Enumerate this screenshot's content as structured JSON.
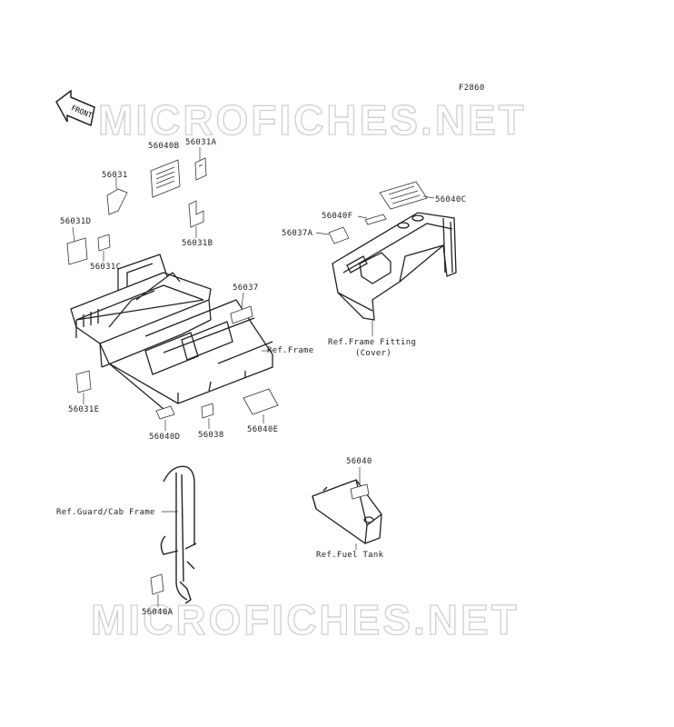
{
  "figure_code": "F2860",
  "front_arrow": "FRONT",
  "watermark": "MICROFICHES.NET",
  "parts": {
    "p56040B": "56040B",
    "p56031A": "56031A",
    "p56031": "56031",
    "p56031B": "56031B",
    "p56031D": "56031D",
    "p56031C": "56031C",
    "p56037": "56037",
    "p56031E": "56031E",
    "p56040D": "56040D",
    "p56038": "56038",
    "p56040E": "56040E",
    "p56040C": "56040C",
    "p56040F": "56040F",
    "p56037A": "56037A",
    "p56040": "56040",
    "p56040A": "56040A"
  },
  "refs": {
    "frame": "Ref.Frame",
    "frame_fitting": "Ref.Frame Fitting",
    "cover": "(Cover)",
    "guard_cab_frame": "Ref.Guard/Cab Frame",
    "fuel_tank": "Ref.Fuel Tank"
  }
}
